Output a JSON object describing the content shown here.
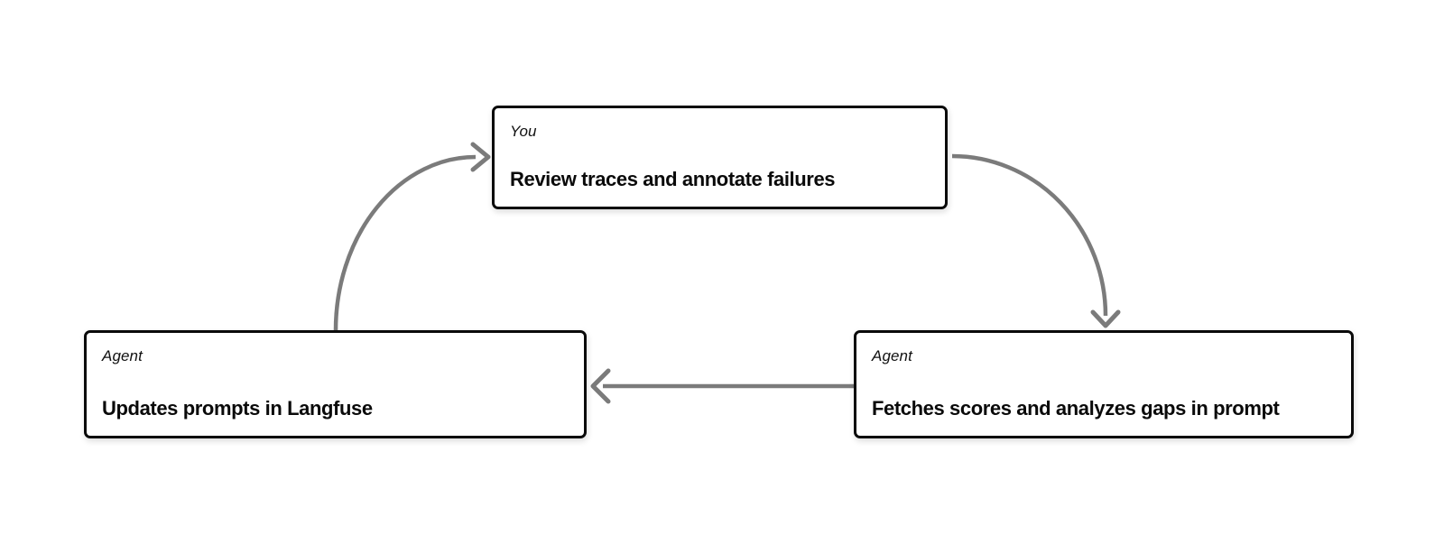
{
  "diagram": {
    "background_color": "#ffffff",
    "node_border_color": "#0a0a0a",
    "node_fill_color": "#ffffff",
    "arrow_color": "#7b7b7b",
    "nodes": [
      {
        "id": "review-traces",
        "role_label": "You",
        "title": "Review traces and annotate failures"
      },
      {
        "id": "updates-prompts",
        "role_label": "Agent",
        "title": "Updates prompts in Langfuse"
      },
      {
        "id": "fetches-scores",
        "role_label": "Agent",
        "title": "Fetches scores and analyzes gaps in prompt"
      }
    ],
    "edges": [
      {
        "from": "updates-prompts",
        "to": "review-traces",
        "style": "curved-up-right"
      },
      {
        "from": "review-traces",
        "to": "fetches-scores",
        "style": "curved-down-right"
      },
      {
        "from": "fetches-scores",
        "to": "updates-prompts",
        "style": "straight-left"
      }
    ]
  }
}
